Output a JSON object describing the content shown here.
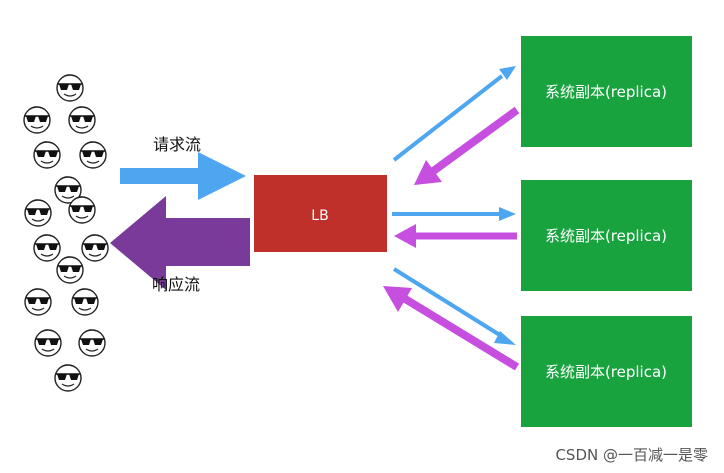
{
  "labels": {
    "request_flow": "请求流",
    "response_flow": "响应流",
    "load_balancer": "LB",
    "replicas": [
      "系统副本(replica)",
      "系统副本(replica)",
      "系统副本(replica)"
    ]
  },
  "watermark": "CSDN @一百减一是零",
  "icons": {
    "user": "sunglasses-face-icon"
  },
  "colors": {
    "request_arrow": "#4da6ef",
    "response_arrow": "#7a3a9a",
    "lb_fill": "#c0302a",
    "replica_fill": "#19a33e",
    "to_replica_arrow": "#4da6ef",
    "from_replica_arrow": "#c64fe0"
  }
}
